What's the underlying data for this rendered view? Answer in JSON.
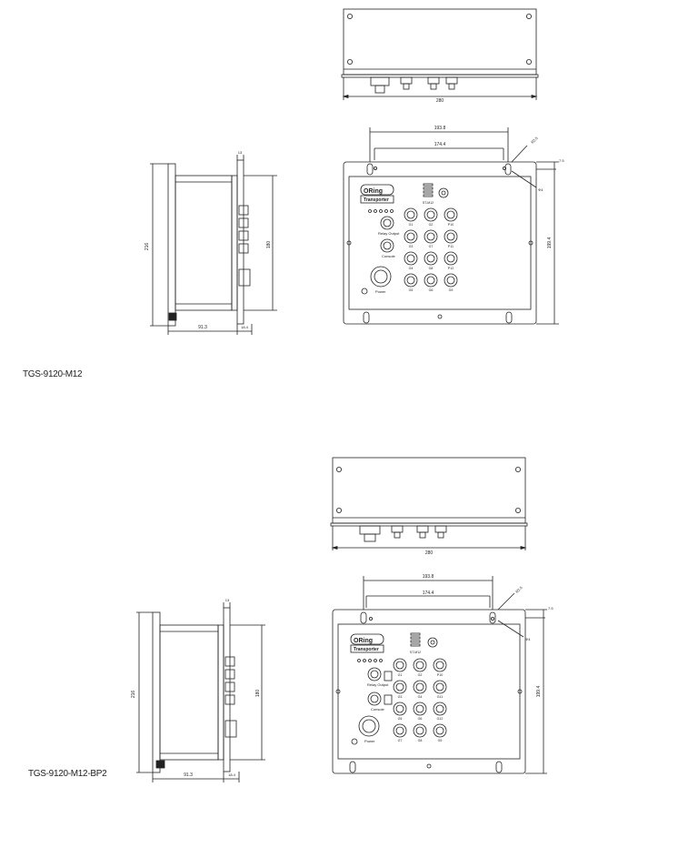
{
  "models": [
    {
      "caption": "TGS-9120-M12",
      "brand": "ORing",
      "series": "Transporter",
      "dims": {
        "top_width": "280",
        "hole_span": "193.8",
        "hole_inner": "174.4",
        "side_height": "216",
        "side_inner": "180",
        "front_height": "199.4",
        "depth_main": "91.3",
        "depth_front": "18.4",
        "flange": "13",
        "slot_r": "R2.5",
        "slot_h": "7.5",
        "hole_dia": "Φ4"
      },
      "labels": {
        "relay": "Relay Output",
        "console": "Console",
        "power": "Power",
        "model_text": "ST-M12"
      },
      "ports": [
        [
          "G1",
          "G2",
          "P10"
        ],
        [
          "G3",
          "G7",
          "P11"
        ],
        [
          "G4",
          "G8",
          "P12"
        ],
        [
          "G5",
          "G6",
          "G9"
        ]
      ]
    },
    {
      "caption": "TGS-9120-M12-BP2",
      "brand": "ORing",
      "series": "Transporter",
      "dims": {
        "top_width": "280",
        "hole_span": "193.8",
        "hole_inner": "174.4",
        "side_height": "216",
        "side_inner": "180",
        "front_height": "199.4",
        "depth_main": "91.3",
        "depth_front": "18.4",
        "flange": "13",
        "slot_r": "R2.5",
        "slot_h": "7.5",
        "hole_dia": "Φ4"
      },
      "labels": {
        "relay": "Relay Output",
        "console": "Console",
        "power": "Power",
        "model_text": "ST-M12"
      },
      "ports": [
        [
          "G1",
          "G2",
          "P10"
        ],
        [
          "G3",
          "G4",
          "G11"
        ],
        [
          "G5",
          "G6",
          "G12"
        ],
        [
          "G7",
          "G8",
          "G9"
        ]
      ]
    }
  ]
}
